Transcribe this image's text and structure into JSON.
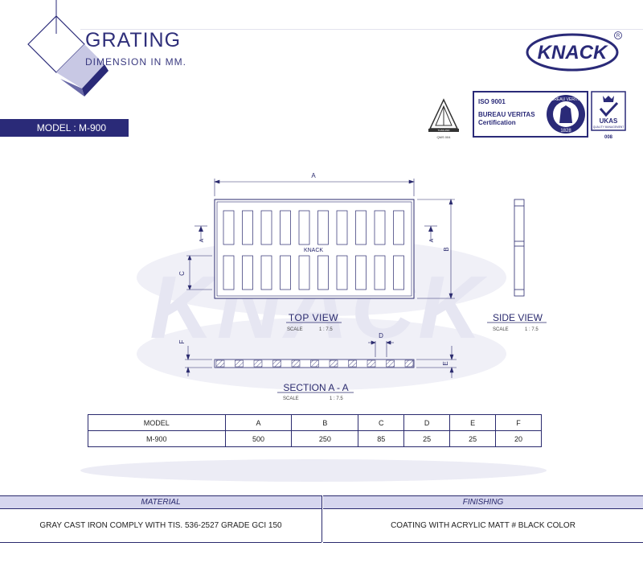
{
  "header": {
    "title": "GRATING",
    "subtitle": "DIMENSION IN MM.",
    "model_label": "MODEL : M-900"
  },
  "brand": {
    "logo_text": "KNACK",
    "registered_mark": "R",
    "watermark_text": "KNACK",
    "colors": {
      "brand": "#2a2a78",
      "accent": "#d6d6ee",
      "watermark": "#e9e9f4"
    }
  },
  "certifications": {
    "iso_line": "ISO 9001",
    "bv_line": "BUREAU VERITAS",
    "cert_line": "Certification",
    "bv_ring_top": "BUREAU VERITAS",
    "bv_year": "1828",
    "ukas_label": "UKAS",
    "ukas_sub": "QUALITY MANAGEMENT",
    "ukas_code": "008",
    "thai_label": "THAILAND",
    "thai_code": "QMS 004"
  },
  "drawing": {
    "grate_label": "KNACK",
    "dimension_letters": {
      "a": "A",
      "b": "B",
      "c": "C",
      "d": "D",
      "e": "E",
      "f": "F"
    },
    "section_marker": "A",
    "views": [
      {
        "title": "TOP VIEW",
        "scale_label": "SCALE",
        "scale_value": "1 : 7.5"
      },
      {
        "title": "SIDE VIEW",
        "scale_label": "SCALE",
        "scale_value": "1 : 7.5"
      },
      {
        "title": "SECTION A - A",
        "scale_label": "SCALE",
        "scale_value": "1 : 7.5"
      }
    ]
  },
  "dimension_table": {
    "headers": [
      "MODEL",
      "A",
      "B",
      "C",
      "D",
      "E",
      "F"
    ],
    "rows": [
      [
        "M-900",
        "500",
        "250",
        "85",
        "25",
        "25",
        "20"
      ]
    ]
  },
  "material_table": {
    "material_header": "MATERIAL",
    "finishing_header": "FINISHING",
    "material_value": "GRAY CAST IRON COMPLY WITH TIS. 536-2527 GRADE GCI 150",
    "finishing_value": "COATING WITH ACRYLIC MATT # BLACK COLOR"
  }
}
